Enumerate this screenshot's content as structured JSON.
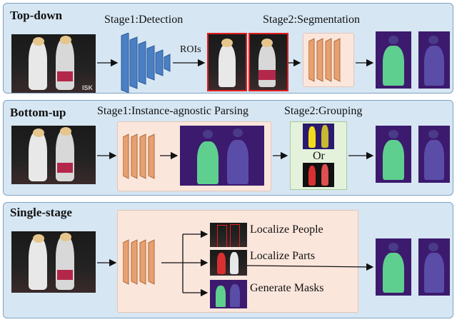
{
  "panels": [
    {
      "title": "Top-down",
      "stage1": "Stage1:Detection",
      "stage2": "Stage2:Segmentation",
      "rois": "ROIs"
    },
    {
      "title": "Bottom-up",
      "stage1": "Stage1:Instance-agnostic Parsing",
      "stage2": "Stage2:Grouping",
      "or": "Or"
    },
    {
      "title": "Single-stage",
      "tasks": [
        "Localize People",
        "Localize Parts",
        "Generate Masks"
      ]
    }
  ],
  "photo_watermark": "ISK",
  "colors": {
    "panel_bg": "#d6e6f3",
    "detector_blue": "#4a7fc4",
    "network_orange": "#e8a070",
    "mask_background": "#3c1a6e",
    "mask_person_green": "#5fcf8f",
    "roi_border": "#e02020"
  }
}
